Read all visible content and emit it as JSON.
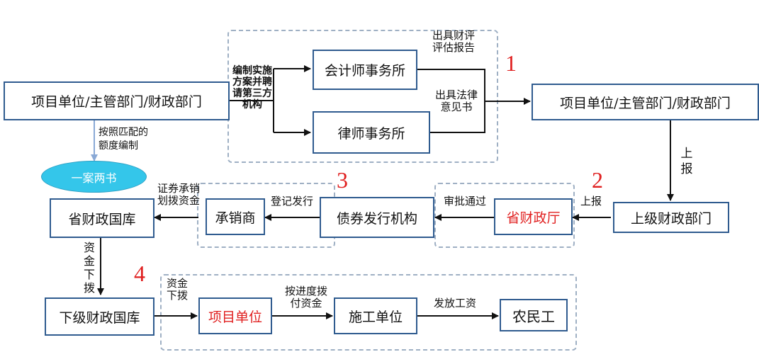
{
  "nodes": {
    "project_unit_left": "项目单位/主管部门/财政部门",
    "project_unit_right": "项目单位/主管部门/财政部门",
    "accounting_firm": "会计师事务所",
    "law_firm": "律师事务所",
    "upper_finance": "上级财政部门",
    "provincial_finance_dept": "省财政厅",
    "bond_issuer": "债券发行机构",
    "underwriter": "承销商",
    "provincial_treasury": "省财政国库",
    "plan_bubble": "一案两书",
    "lower_treasury": "下级财政国库",
    "project_unit": "项目单位",
    "construction_unit": "施工单位",
    "migrant_workers": "农民工"
  },
  "labels": {
    "compile_plan": [
      "编制实施",
      "方案并聘",
      "请第三方",
      "机构"
    ],
    "eval_report": [
      "出具财评",
      "评估报告"
    ],
    "legal_opinion": [
      "出具法律",
      "意见书"
    ],
    "by_quota": [
      "按照匹配的",
      "额度编制"
    ],
    "report_up": [
      "上",
      "报"
    ],
    "report": "上报",
    "approved": "审批通过",
    "register_issue": "登记发行",
    "underwrite_transfer": [
      "证券承销",
      "划拨资金"
    ],
    "funds_down_vertical": [
      "资",
      "金",
      "下",
      "拨"
    ],
    "funds_down": [
      "资金",
      "下拨"
    ],
    "pay_by_progress": [
      "按进度拨",
      "付资金"
    ],
    "pay_wages": "发放工资"
  },
  "steps": [
    "1",
    "2",
    "3",
    "4"
  ],
  "colors": {
    "box_border": "#2f5b8f",
    "dash": "#9fb0c4",
    "highlight": "#e02020",
    "bubble": "#34c6ea"
  }
}
